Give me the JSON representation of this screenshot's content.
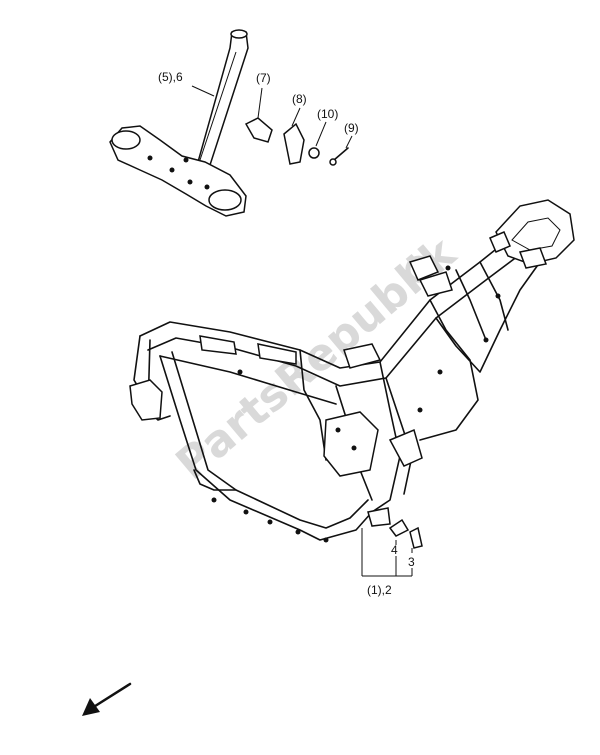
{
  "labels": {
    "steering_stem": "(5),6",
    "part7": "(7)",
    "part8": "(8)",
    "part10": "(10)",
    "part9": "(9)",
    "part4": "4",
    "part3": "3",
    "frame": "(1),2"
  },
  "watermark": "PartsRepublik",
  "colors": {
    "line": "#111111",
    "watermark": "#d9d9d9",
    "background": "#ffffff"
  },
  "icons": {
    "direction": "arrow-down-left-icon",
    "watermark_gear": "gear-icon"
  }
}
